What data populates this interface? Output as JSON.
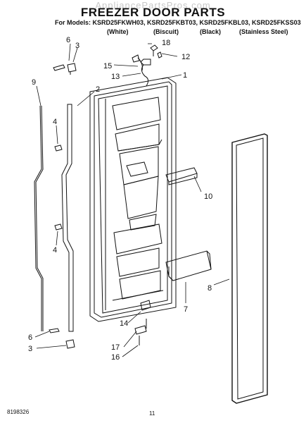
{
  "header": {
    "watermark": "AppliancePartsPros.com",
    "title": "FREEZER DOOR PARTS",
    "models_line": "For Models: KSRD25FKWH03, KSRD25FKBT03, KSRD25FKBL03, KSRD25FKSS03",
    "colors": [
      "(White)",
      "(Biscuit)",
      "(Black)",
      "(Stainless Steel)"
    ]
  },
  "callouts": {
    "c1": "1",
    "c2": "2",
    "c3a": "3",
    "c3b": "3",
    "c4a": "4",
    "c4b": "4",
    "c6a": "6",
    "c6b": "6",
    "c7": "7",
    "c8": "8",
    "c9": "9",
    "c10": "10",
    "c12": "12",
    "c13": "13",
    "c14": "14",
    "c15": "15",
    "c16": "16",
    "c17": "17",
    "c18": "18"
  },
  "footer": {
    "doc_number": "8198326",
    "page_number": "11"
  }
}
